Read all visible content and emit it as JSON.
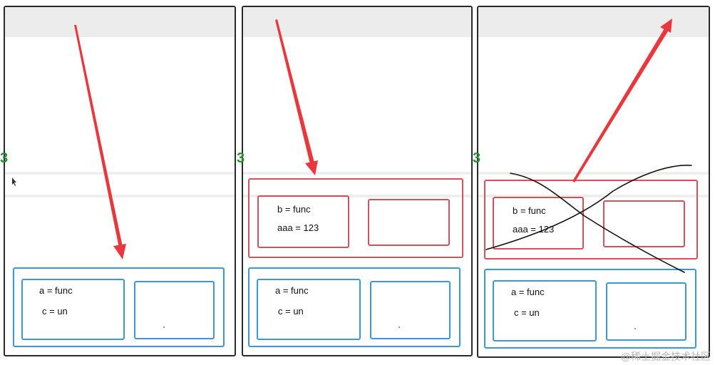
{
  "panels": [
    {
      "blue_left": [
        "a = func",
        "c = un"
      ]
    },
    {
      "red_left": [
        "b = func",
        "aaa = 123"
      ],
      "blue_left": [
        "a = func",
        "c = un"
      ]
    },
    {
      "red_left": [
        "b = func",
        "aaa = 123"
      ],
      "blue_left": [
        "a = func",
        "c = un"
      ]
    }
  ],
  "watermark": "@稀土掘金技术社区",
  "colors": {
    "arrow": "#e8383d",
    "blue_box": "#3a98d6",
    "red_box": "#d6505a",
    "panel_border": "#2a2a2a"
  }
}
